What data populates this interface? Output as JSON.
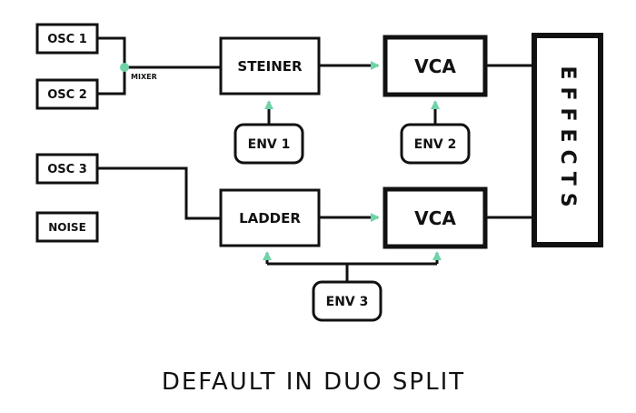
{
  "title": "DEFAULT IN DUO SPLIT",
  "mixer_label": "MIXER",
  "nodes": {
    "osc1": "OSC 1",
    "osc2": "OSC 2",
    "osc3": "OSC 3",
    "noise": "NOISE",
    "steiner": "STEINER",
    "ladder": "LADDER",
    "vca_top": "VCA",
    "vca_bottom": "VCA",
    "env1": "ENV 1",
    "env2": "ENV 2",
    "env3": "ENV 3",
    "effects": "EFFECTS"
  },
  "colors": {
    "stroke": "#111111",
    "accent": "#6fd3a8",
    "background": "#ffffff"
  }
}
